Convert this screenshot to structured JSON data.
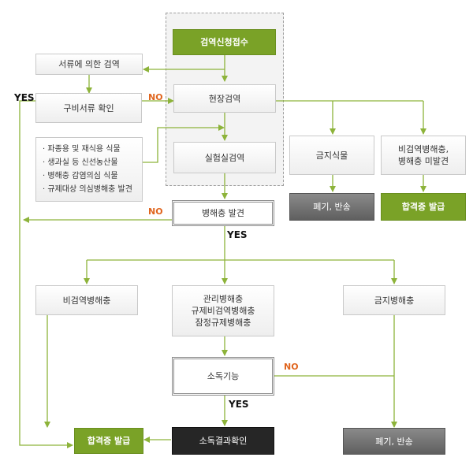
{
  "nodes": {
    "application": "검역신청접수",
    "document_inspection": "서류에 의한 검역",
    "document_check": "구비서류 확인",
    "field_inspection": "현장검역",
    "lab_inspection": "실험실검역",
    "pest_found": "병해충 발견",
    "prohibited_plants": "금지식물",
    "non_quarantine": [
      "비검역병해충,",
      "병해충 미발견"
    ],
    "dispose_top": "폐기, 반송",
    "cert_top": "합격증 발급",
    "non_quarantine_pest": "비검역병해충",
    "managed_pests": [
      "관리병해충",
      "규제비검역병해충",
      "잠정규제병해충"
    ],
    "prohibited_pest": "금지병해충",
    "disinfection": "소독기능",
    "cert_bottom": "합격증 발급",
    "disinfection_result": "소독결과확인",
    "dispose_bottom": "폐기, 반송"
  },
  "lab_criteria": [
    "파종용 및 재식용 식물",
    "생과실 등 신선농산물",
    "병해충 감염의심 식물",
    "규제대상 의심병해충 발견"
  ],
  "labels": {
    "yes_left": "YES",
    "no_doc": "NO",
    "no_pest": "NO",
    "yes_pest": "YES",
    "no_disinfect": "NO",
    "yes_disinfect": "YES"
  },
  "colors": {
    "line": "#8db33a",
    "accent_green": "#7aa227",
    "no_label": "#e0651e"
  }
}
